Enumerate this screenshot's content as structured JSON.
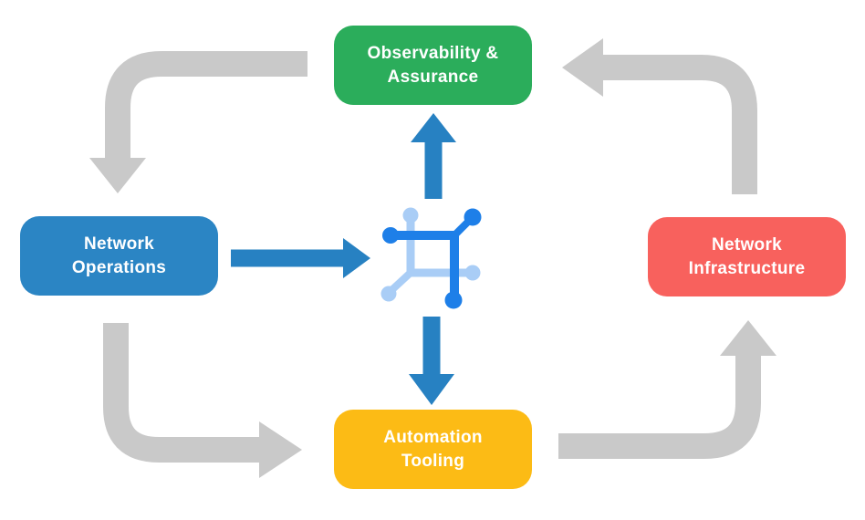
{
  "diagram": {
    "background": "#ffffff",
    "nodes": {
      "observability": {
        "label": "Observability &\nAssurance",
        "color": "#2bad5b"
      },
      "operations": {
        "label": "Network\nOperations",
        "color": "#2b85c4"
      },
      "infrastructure": {
        "label": "Network\nInfrastructure",
        "color": "#f8615d"
      },
      "automation": {
        "label": "Automation\nTooling",
        "color": "#fcbb15"
      }
    },
    "icon": {
      "name": "network-mesh-icon",
      "color_dark": "#1e7fe8",
      "color_light": "#a9cdf6"
    },
    "colors": {
      "arrow_gray": "#c9c9c9",
      "arrow_blue": "#2781c2",
      "text": "#ffffff"
    }
  }
}
